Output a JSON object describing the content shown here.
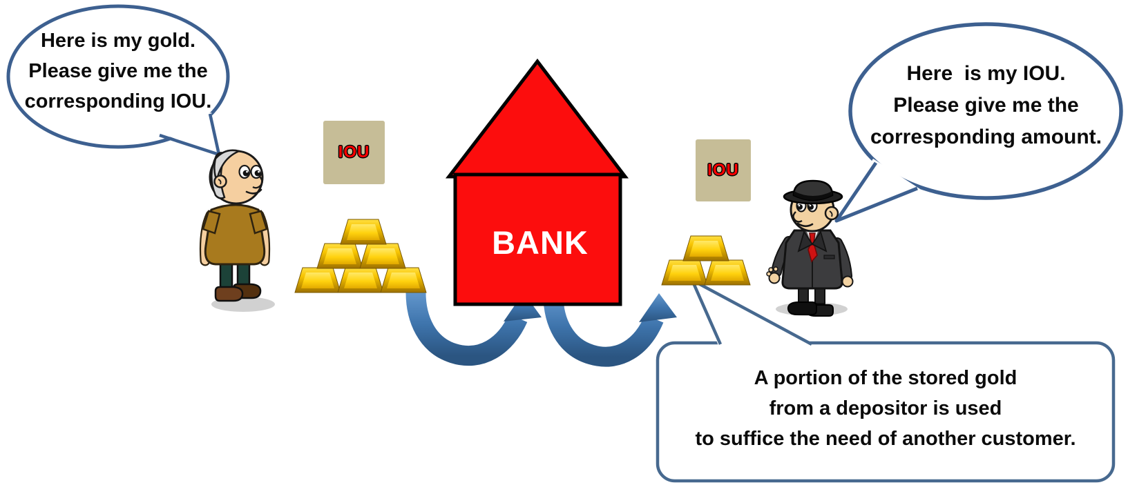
{
  "diagram": {
    "bank": {
      "label": "BANK"
    },
    "iou_left": {
      "label": "IOU"
    },
    "iou_right": {
      "label": "IOU"
    },
    "speech_left": {
      "lines": [
        "Here is my gold.",
        "Please give me the",
        "corresponding IOU."
      ]
    },
    "speech_right": {
      "lines": [
        "Here  is my IOU.",
        "Please give me the",
        "corresponding amount."
      ]
    },
    "callout": {
      "lines": [
        "A portion of the stored gold",
        "from a depositor is used",
        "to suffice the need of another customer."
      ]
    },
    "gold_piles": {
      "left_bar_count": 6,
      "right_bar_count": 3
    },
    "figures": {
      "left_character": "elderly-depositor-man",
      "right_character": "suited-customer-man"
    }
  },
  "colors": {
    "bank_red": "#FC0D0D",
    "bubble_border": "#3D6090",
    "callout_border": "#47698F",
    "arrow_blue": "#4175AE",
    "iou_card": "#C6BD97",
    "iou_text": "#FF0000",
    "gold": "#F7C400"
  }
}
